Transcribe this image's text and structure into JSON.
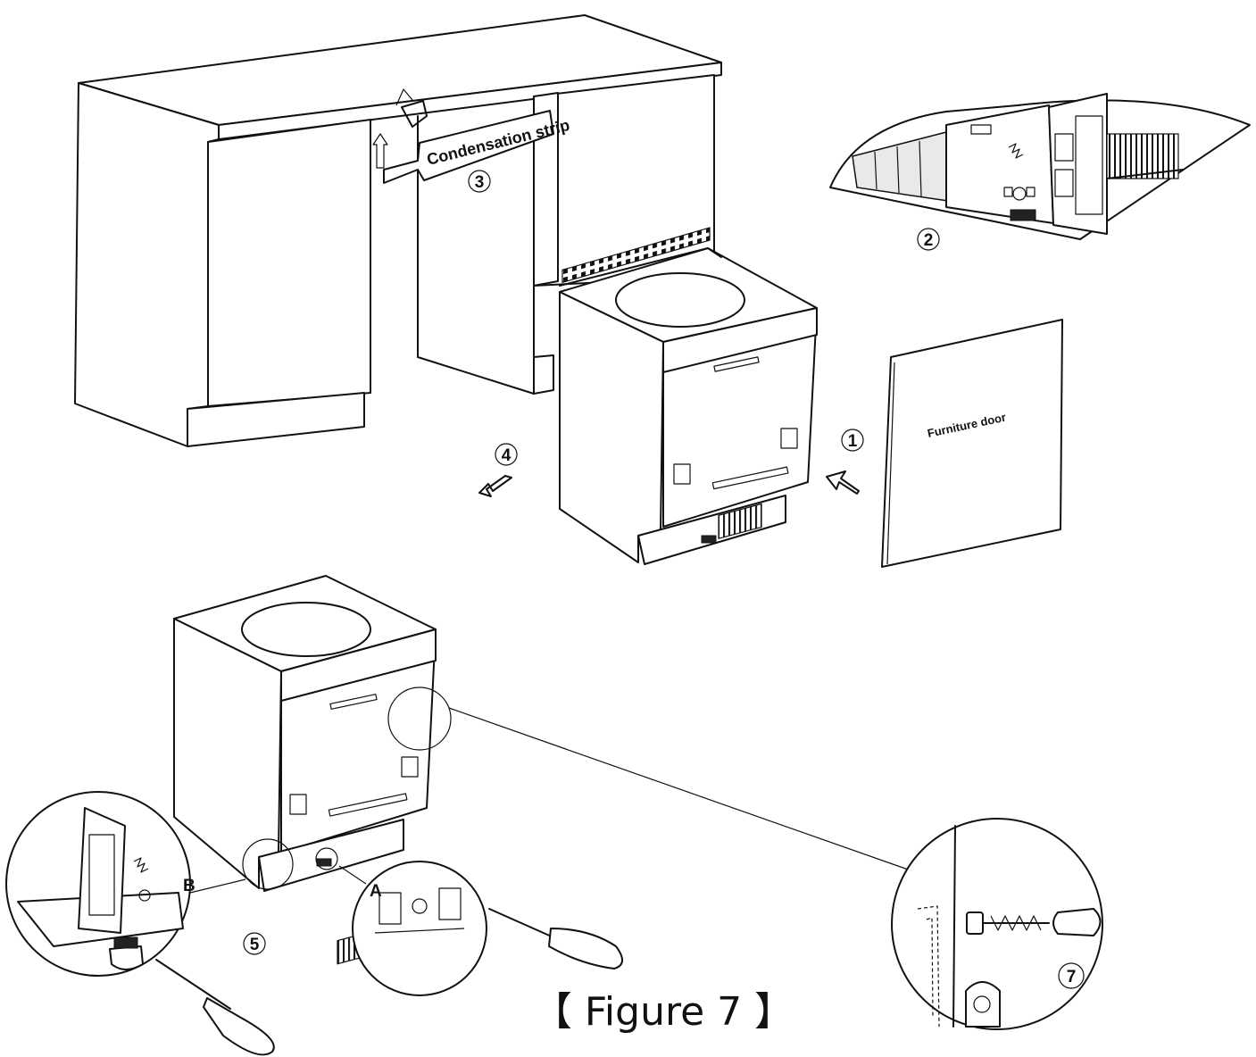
{
  "labels": {
    "condensation_strip": "Condensation strip",
    "furniture_door": "Furniture door",
    "step_1": "1",
    "step_2": "2",
    "step_3": "3",
    "step_4": "4",
    "step_5": "5",
    "step_7": "7",
    "detail_a": "A",
    "detail_b": "B"
  },
  "caption": "【 Figure 7 】"
}
